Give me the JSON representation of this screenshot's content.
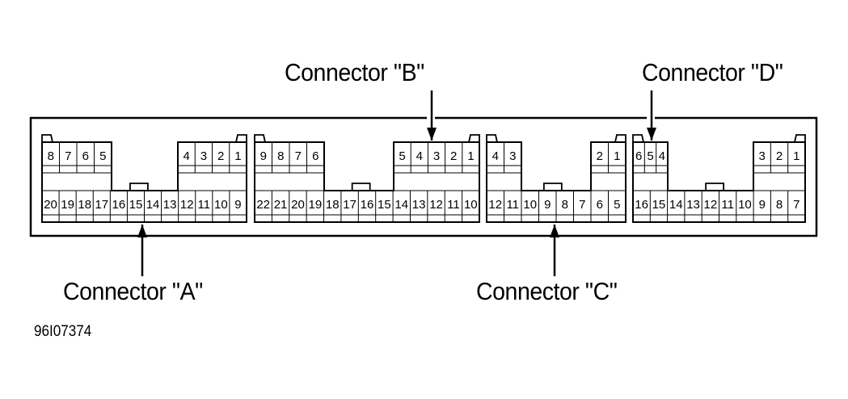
{
  "figure_id": "96I07374",
  "colors": {
    "line": "#000000",
    "background": "#ffffff"
  },
  "callouts": [
    {
      "id": "A",
      "label": "Connector \"A\""
    },
    {
      "id": "B",
      "label": "Connector \"B\""
    },
    {
      "id": "C",
      "label": "Connector \"C\""
    },
    {
      "id": "D",
      "label": "Connector \"D\""
    }
  ],
  "connectors": [
    {
      "id": "A",
      "top_left": [
        "8",
        "7",
        "6",
        "5"
      ],
      "top_right": [
        "4",
        "3",
        "2",
        "1"
      ],
      "bottom": [
        "20",
        "19",
        "18",
        "17",
        "16",
        "15",
        "14",
        "13",
        "12",
        "11",
        "10",
        "9"
      ]
    },
    {
      "id": "B",
      "top_left": [
        "9",
        "8",
        "7",
        "6"
      ],
      "top_right": [
        "5",
        "4",
        "3",
        "2",
        "1"
      ],
      "bottom": [
        "22",
        "21",
        "20",
        "19",
        "18",
        "17",
        "16",
        "15",
        "14",
        "13",
        "12",
        "11",
        "10"
      ]
    },
    {
      "id": "C",
      "top_left": [
        "4",
        "3"
      ],
      "top_right": [
        "2",
        "1"
      ],
      "bottom": [
        "12",
        "11",
        "10",
        "9",
        "8",
        "7",
        "6",
        "5"
      ]
    },
    {
      "id": "D",
      "top_left": [
        "6",
        "5",
        "4"
      ],
      "top_right": [
        "3",
        "2",
        "1"
      ],
      "bottom": [
        "16",
        "15",
        "14",
        "13",
        "12",
        "11",
        "10",
        "9",
        "8",
        "7"
      ]
    }
  ]
}
